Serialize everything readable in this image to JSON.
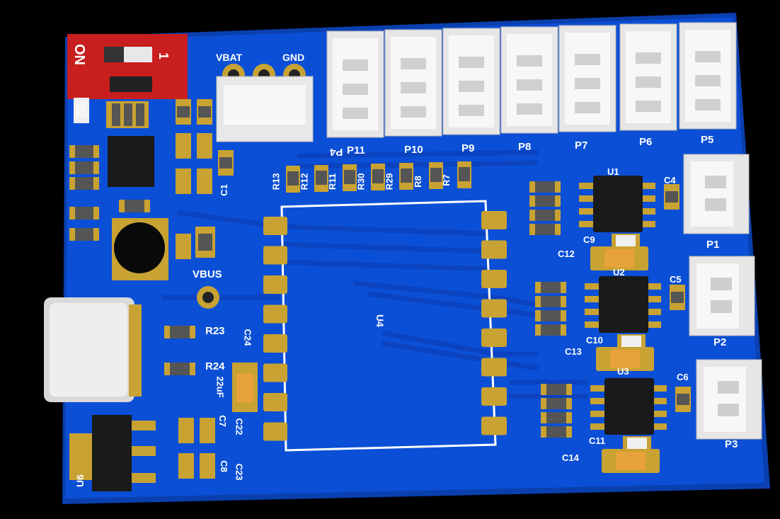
{
  "switch": {
    "on_label": "ON",
    "pos_label": "1"
  },
  "header": {
    "vbat": "VBAT",
    "gnd": "GND",
    "vbus": "VBUS"
  },
  "connectors_top": [
    "P4",
    "P11",
    "P10",
    "P9",
    "P8",
    "P7",
    "P6",
    "P5"
  ],
  "connectors_right": [
    "P1",
    "P2",
    "P3"
  ],
  "resistors_top": [
    "R13",
    "R12",
    "R11",
    "R30",
    "R29",
    "R8",
    "R7"
  ],
  "ics": [
    "U1",
    "U2",
    "U3",
    "U4",
    "U6"
  ],
  "caps": [
    "C1",
    "C4",
    "C5",
    "C6",
    "C7",
    "C8",
    "C9",
    "C10",
    "C11",
    "C12",
    "C13",
    "C14",
    "C22",
    "C23",
    "C24"
  ],
  "resistors_left": [
    "R23",
    "R24"
  ],
  "cap_value": "22uF",
  "colors": {
    "board": "#0b4fd6",
    "board_dark": "#0a3fae",
    "pad": "#c8a232",
    "silk": "#ffffff",
    "connector": "#e8e8e8",
    "switch": "#c81e1e"
  }
}
